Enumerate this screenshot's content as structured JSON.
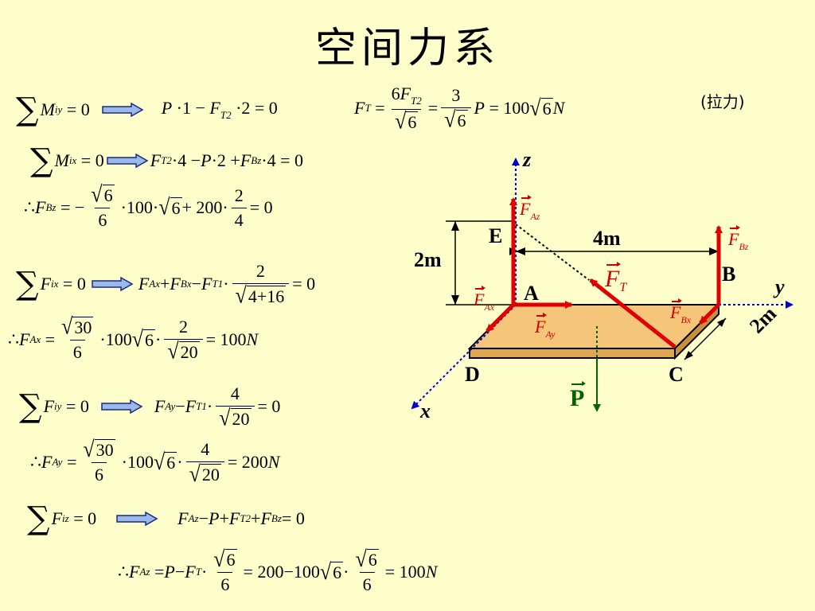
{
  "title": "空间力系",
  "note_tension": "(拉力)",
  "diagram": {
    "axis_z": "z",
    "axis_y": "y",
    "axis_x": "x",
    "point_e": "E",
    "point_a": "A",
    "point_b": "B",
    "point_c": "C",
    "point_d": "D",
    "dim_4m": "4m",
    "dim_2m_left": "2m",
    "dim_2m_right": "2m",
    "force_p": "P",
    "colors": {
      "force": "#e00000",
      "axis": "#0000cc",
      "weight": "#006400",
      "plate": "#f5c67a"
    }
  }
}
